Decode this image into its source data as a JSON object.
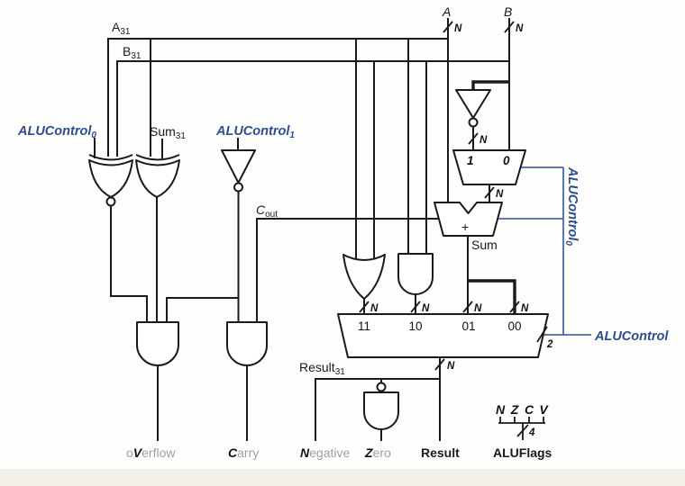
{
  "colors": {
    "wire": "#1a1a1a",
    "blue_line": "#4468aa",
    "blue_text": "#2d4d8e",
    "muted": "#a0a0a0"
  },
  "buses": {
    "width_n": "N",
    "width_2": "2",
    "width_4": "4"
  },
  "top": {
    "a": "A",
    "b": "B",
    "a31": {
      "base": "A",
      "sub": "31"
    },
    "b31": {
      "base": "B",
      "sub": "31"
    }
  },
  "controls": {
    "alucontrol0": {
      "base": "ALUControl",
      "sub": "0"
    },
    "alucontrol1": {
      "base": "ALUControl",
      "sub": "1"
    },
    "alucontrol0_vert": {
      "base": "ALUControl",
      "sub": "0"
    },
    "alucontrol": {
      "base": "ALUControl"
    }
  },
  "signals": {
    "sum31": {
      "base": "Sum",
      "sub": "31"
    },
    "cout": {
      "base": "C",
      "sub": "out"
    },
    "sum": "Sum",
    "result31": {
      "base": "Result",
      "sub": "31"
    }
  },
  "mux2": {
    "in1": "1",
    "in0": "0"
  },
  "adder": {
    "plus": "+"
  },
  "mux4": {
    "in11": "11",
    "in10": "10",
    "in01": "01",
    "in00": "00"
  },
  "outputs": {
    "overflow": {
      "pre": "o",
      "flag": "V",
      "rest": "erflow"
    },
    "carry": {
      "flag": "C",
      "rest": "arry"
    },
    "negative": {
      "flag": "N",
      "rest": "egative"
    },
    "zero": {
      "flag": "Z",
      "rest": "ero"
    },
    "result": "Result",
    "aluflags": "ALUFlags",
    "flags": [
      "N",
      "Z",
      "C",
      "V"
    ]
  }
}
